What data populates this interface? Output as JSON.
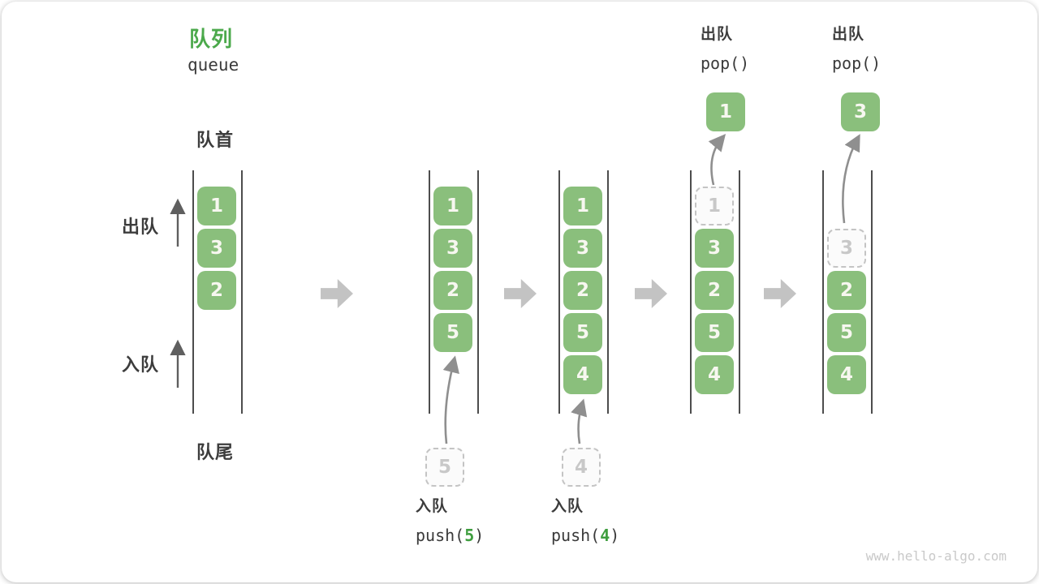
{
  "title": {
    "zh": "队列",
    "en": "queue"
  },
  "side_labels": {
    "front": "队首",
    "dequeue": "出队",
    "enqueue": "入队",
    "rear": "队尾"
  },
  "columns": [
    {
      "cells": [
        {
          "value": "1"
        },
        {
          "value": "3"
        },
        {
          "value": "2"
        }
      ]
    },
    {
      "cells": [
        {
          "value": "1"
        },
        {
          "value": "3"
        },
        {
          "value": "2"
        },
        {
          "value": "5"
        }
      ],
      "ghost": {
        "value": "5"
      },
      "op": {
        "label": "入队",
        "fn_open": "push(",
        "arg": "5",
        "fn_close": ")"
      }
    },
    {
      "cells": [
        {
          "value": "1"
        },
        {
          "value": "3"
        },
        {
          "value": "2"
        },
        {
          "value": "5"
        },
        {
          "value": "4"
        }
      ],
      "ghost": {
        "value": "4"
      },
      "op": {
        "label": "入队",
        "fn_open": "push(",
        "arg": "4",
        "fn_close": ")"
      }
    },
    {
      "ghost_cell": {
        "value": "1"
      },
      "cells": [
        {
          "value": "3"
        },
        {
          "value": "2"
        },
        {
          "value": "5"
        },
        {
          "value": "4"
        }
      ],
      "popped": {
        "value": "1"
      },
      "op": {
        "label": "出队",
        "fn": "pop()"
      }
    },
    {
      "ghost_cell": {
        "value": "3"
      },
      "cells": [
        {
          "value": "2"
        },
        {
          "value": "5"
        },
        {
          "value": "4"
        }
      ],
      "popped": {
        "value": "3"
      },
      "op": {
        "label": "出队",
        "fn": "pop()"
      }
    }
  ],
  "watermark": "www.hello-algo.com",
  "colors": {
    "accent_green": "#4BA94B",
    "cell_green": "#8ABF7C",
    "cell_text": "#F7F7F0",
    "ghost_text": "#C8C8C8",
    "flow_arrow_gray": "#C3C3C3",
    "label_dark": "#3C3C3C"
  }
}
